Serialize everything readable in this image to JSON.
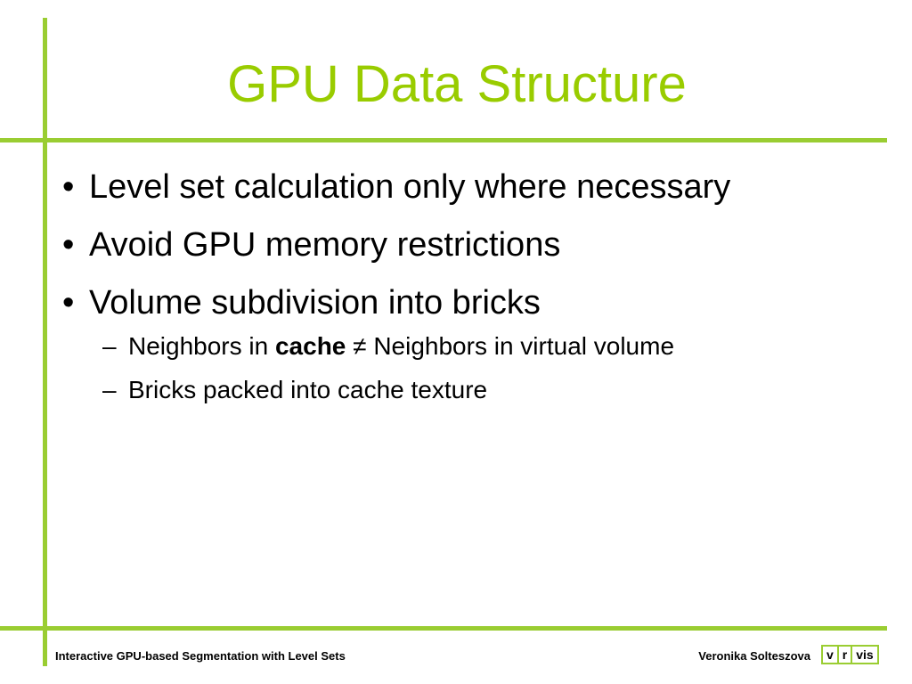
{
  "slide": {
    "title": "GPU Data Structure",
    "accent_color": "#99cc00",
    "bullet_marker": "•",
    "sub_marker": "–",
    "bullets": [
      "Level set calculation only where necessary",
      "Avoid GPU memory restrictions",
      "Volume subdivision into bricks"
    ],
    "sub_bullets": [
      {
        "before": "Neighbors in ",
        "bold": "cache",
        "after": " ≠ Neighbors in virtual volume"
      },
      {
        "text": "Bricks packed into cache texture"
      }
    ]
  },
  "footer": {
    "left": "Interactive GPU-based Segmentation with Level Sets",
    "right": "Veronika Solteszova",
    "logo_letters": [
      "v",
      "r",
      "vis"
    ]
  }
}
